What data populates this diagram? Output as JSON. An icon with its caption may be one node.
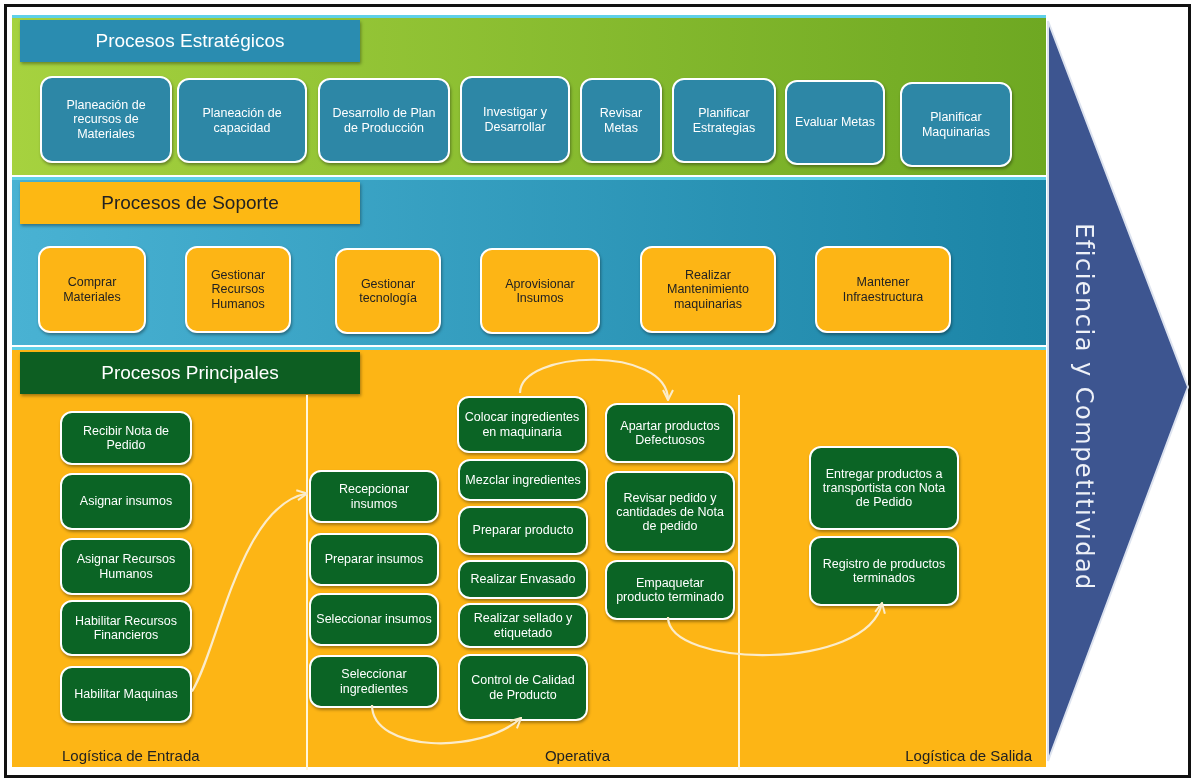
{
  "diagram": {
    "nodes": [
      {
        "text": [
          "Procesos Estratégicos"
        ]
      },
      {
        "text": [
          "Planeación de recursos de Materiales"
        ],
        "in": 0
      },
      {
        "text": [
          "Planeación de capacidad"
        ],
        "in": 0
      },
      {
        "text": [
          "Desarrollo de Plan de Producción"
        ],
        "in": 0
      },
      {
        "text": [
          "Investigar y Desarrollar"
        ],
        "in": 0
      },
      {
        "text": [
          "Revisar Metas"
        ],
        "in": 0
      },
      {
        "text": [
          "Planificar Estrategias"
        ],
        "in": 0
      },
      {
        "text": [
          "Evaluar Metas"
        ],
        "in": 0
      },
      {
        "text": [
          "Planificar Maquinarias"
        ],
        "in": 0
      },
      {
        "text": [
          "Procesos de Soporte"
        ]
      },
      {
        "text": [
          "Comprar Materiales"
        ],
        "in": 9
      },
      {
        "text": [
          "Gestionar Recursos Humanos"
        ],
        "in": 9
      },
      {
        "text": [
          "Gestionar tecnología"
        ],
        "in": 9
      },
      {
        "text": [
          "Aprovisionar Insumos"
        ],
        "in": 9
      },
      {
        "text": [
          "Realizar Mantenimiento maquinarias"
        ],
        "in": 9
      },
      {
        "text": [
          "Mantener Infraestructura"
        ],
        "in": 9
      },
      {
        "text": [
          "Procesos Principales"
        ]
      },
      {
        "text": [
          "Logística de Entrada"
        ],
        "in": 16
      },
      {
        "text": [
          "Recibir Nota de Pedido"
        ],
        "in": 17
      },
      {
        "text": [
          "Asignar insumos"
        ],
        "in": 17
      },
      {
        "text": [
          "Asignar Recursos Humanos"
        ],
        "in": 17
      },
      {
        "text": [
          "Habilitar Recursos Financieros"
        ],
        "in": 17
      },
      {
        "text": [
          "Habilitar Maquinas"
        ],
        "in": 17
      },
      {
        "text": [
          "Operativa"
        ],
        "in": 16
      },
      {
        "text": [
          "Recepcionar insumos"
        ],
        "in": 23
      },
      {
        "text": [
          "Preparar insumos"
        ],
        "in": 23
      },
      {
        "text": [
          "Seleccionar insumos"
        ],
        "in": 23
      },
      {
        "text": [
          "Seleccionar ingredientes"
        ],
        "in": 23
      },
      {
        "text": [
          "Colocar ingredientes en maquinaria"
        ],
        "in": 23
      },
      {
        "text": [
          "Mezclar ingredientes"
        ],
        "in": 23
      },
      {
        "text": [
          "Preparar producto"
        ],
        "in": 23
      },
      {
        "text": [
          "Realizar Envasado"
        ],
        "in": 23
      },
      {
        "text": [
          "Realizar sellado y etiquetado"
        ],
        "in": 23
      },
      {
        "text": [
          "Control de Calidad de Producto"
        ],
        "in": 23
      },
      {
        "text": [
          "Apartar productos Defectuosos"
        ],
        "in": 23
      },
      {
        "text": [
          "Revisar pedido y cantidades de Nota de pedido"
        ],
        "in": 23
      },
      {
        "text": [
          "Empaquetar producto terminado"
        ],
        "in": 23
      },
      {
        "text": [
          "Logística de Salida"
        ],
        "in": 16
      },
      {
        "text": [
          "Entregar productos a transportista con Nota de Pedido"
        ],
        "in": 37
      },
      {
        "text": [
          "Registro de productos terminados"
        ],
        "in": 37
      },
      {
        "text": [
          "Eficiencia y Competitividad"
        ]
      }
    ],
    "edges": [
      {
        "from": 22,
        "to": 24,
        "arrow": "to"
      },
      {
        "from": 27,
        "to": 33,
        "arrow": "to"
      },
      {
        "from": 28,
        "to": 34,
        "arrow": "to"
      },
      {
        "from": 36,
        "to": 39,
        "arrow": "to"
      }
    ]
  }
}
